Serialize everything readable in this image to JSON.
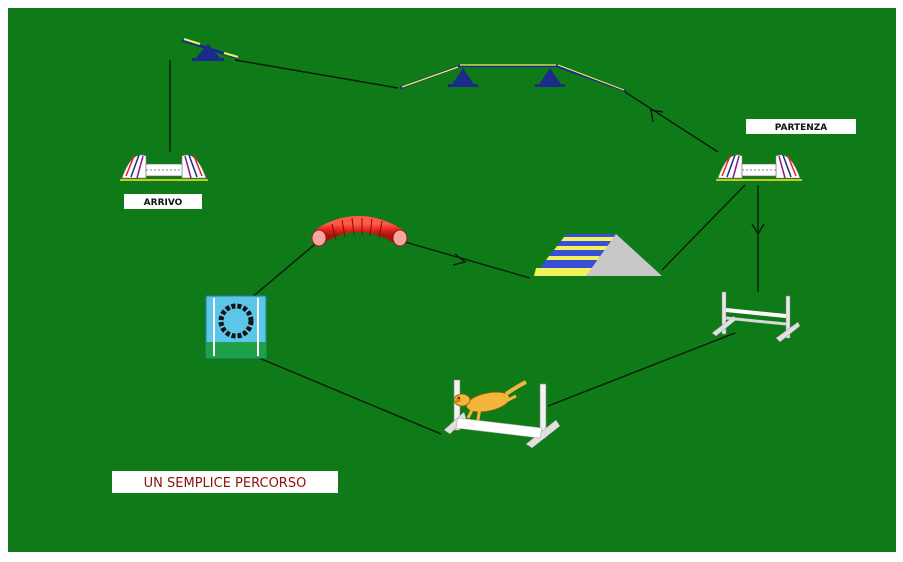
{
  "colors": {
    "field": "#0f7a18",
    "path": "#0a1a0a",
    "label_bg": "#ffffff",
    "title_text": "#8b1010",
    "tunnel": "#e2231a",
    "aframe_blue": "#3a4fd8",
    "aframe_yellow": "#f2f25a",
    "aframe_grey": "#c8c8c8",
    "seesaw": "#1c2a8a",
    "tire_frame": "#5bc6e8"
  },
  "labels": {
    "start": "PARTENZA",
    "finish": "ARRIVO",
    "title": "UN SEMPLICE PERCORSO"
  },
  "obstacles": [
    {
      "name": "start-jump",
      "kind": "wing-jump-icon"
    },
    {
      "name": "single-bar-jump",
      "kind": "bar-jump-icon"
    },
    {
      "name": "dog-jump",
      "kind": "dog-jumping-icon"
    },
    {
      "name": "tire-jump",
      "kind": "tire-icon"
    },
    {
      "name": "tunnel",
      "kind": "tunnel-icon"
    },
    {
      "name": "a-frame",
      "kind": "a-frame-icon"
    },
    {
      "name": "dog-walk",
      "kind": "dog-walk-icon"
    },
    {
      "name": "seesaw",
      "kind": "seesaw-icon"
    },
    {
      "name": "finish-jump",
      "kind": "wing-jump-icon"
    }
  ]
}
